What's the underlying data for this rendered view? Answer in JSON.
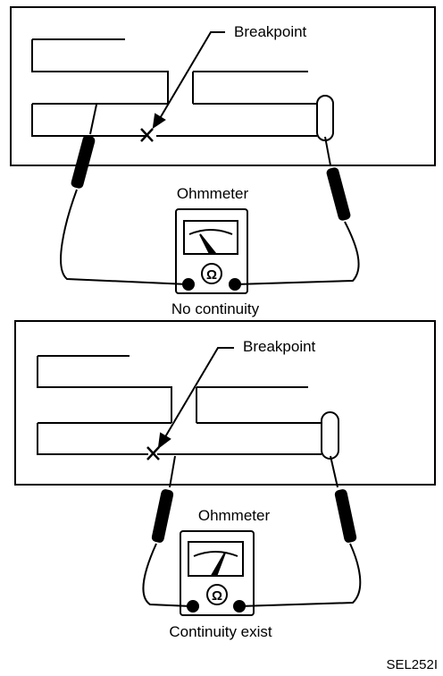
{
  "colors": {
    "ink": "#000000",
    "paper": "#ffffff"
  },
  "panels": [
    {
      "breakpoint_label": "Breakpoint",
      "meter_label": "Ohmmeter",
      "result_label": "No continuity"
    },
    {
      "breakpoint_label": "Breakpoint",
      "meter_label": "Ohmmeter",
      "result_label": "Continuity exist"
    }
  ],
  "figure_code": "SEL252I",
  "icons": {
    "meter_symbol": "ohm-symbol-icon",
    "break_mark": "x-break-icon"
  }
}
